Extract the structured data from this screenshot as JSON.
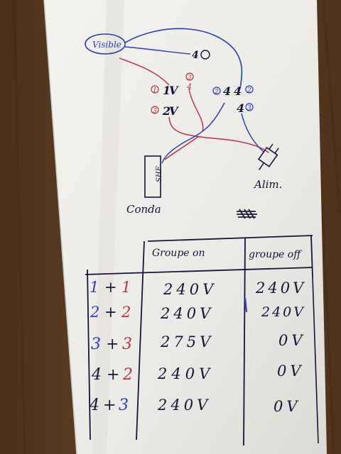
{
  "diagram": {
    "left_label": "Visible",
    "top_right_label": "4",
    "left_terminal_marks": [
      "1",
      "1",
      "3",
      "2"
    ],
    "middle_marks": [
      "3",
      "4"
    ],
    "right_terminal_marks": [
      "4",
      "4",
      "2"
    ],
    "component_box": "SHF",
    "component_label": "Conda",
    "plug_label": "Alim."
  },
  "table": {
    "headers": [
      "",
      "Groupe on",
      "groupe off"
    ],
    "rows": [
      {
        "pair": [
          "1",
          "+",
          "1"
        ],
        "on": "240V",
        "off": "240V"
      },
      {
        "pair": [
          "2",
          "+",
          "2"
        ],
        "on": "240V",
        "off": "240V"
      },
      {
        "pair": [
          "3",
          "+",
          "3"
        ],
        "on": "275V",
        "off": "0V"
      },
      {
        "pair": [
          "4",
          "+",
          "2"
        ],
        "on": "240V",
        "off": "0V"
      },
      {
        "pair": [
          "4",
          "+",
          "3"
        ],
        "on": "240V",
        "off": "0V"
      }
    ]
  },
  "colors": {
    "wood": "#5b3d22",
    "paper": "#efeeeb",
    "ink_dark": "#15153a",
    "ink_blue": "#2a3fb0",
    "ink_red": "#b8343c"
  }
}
